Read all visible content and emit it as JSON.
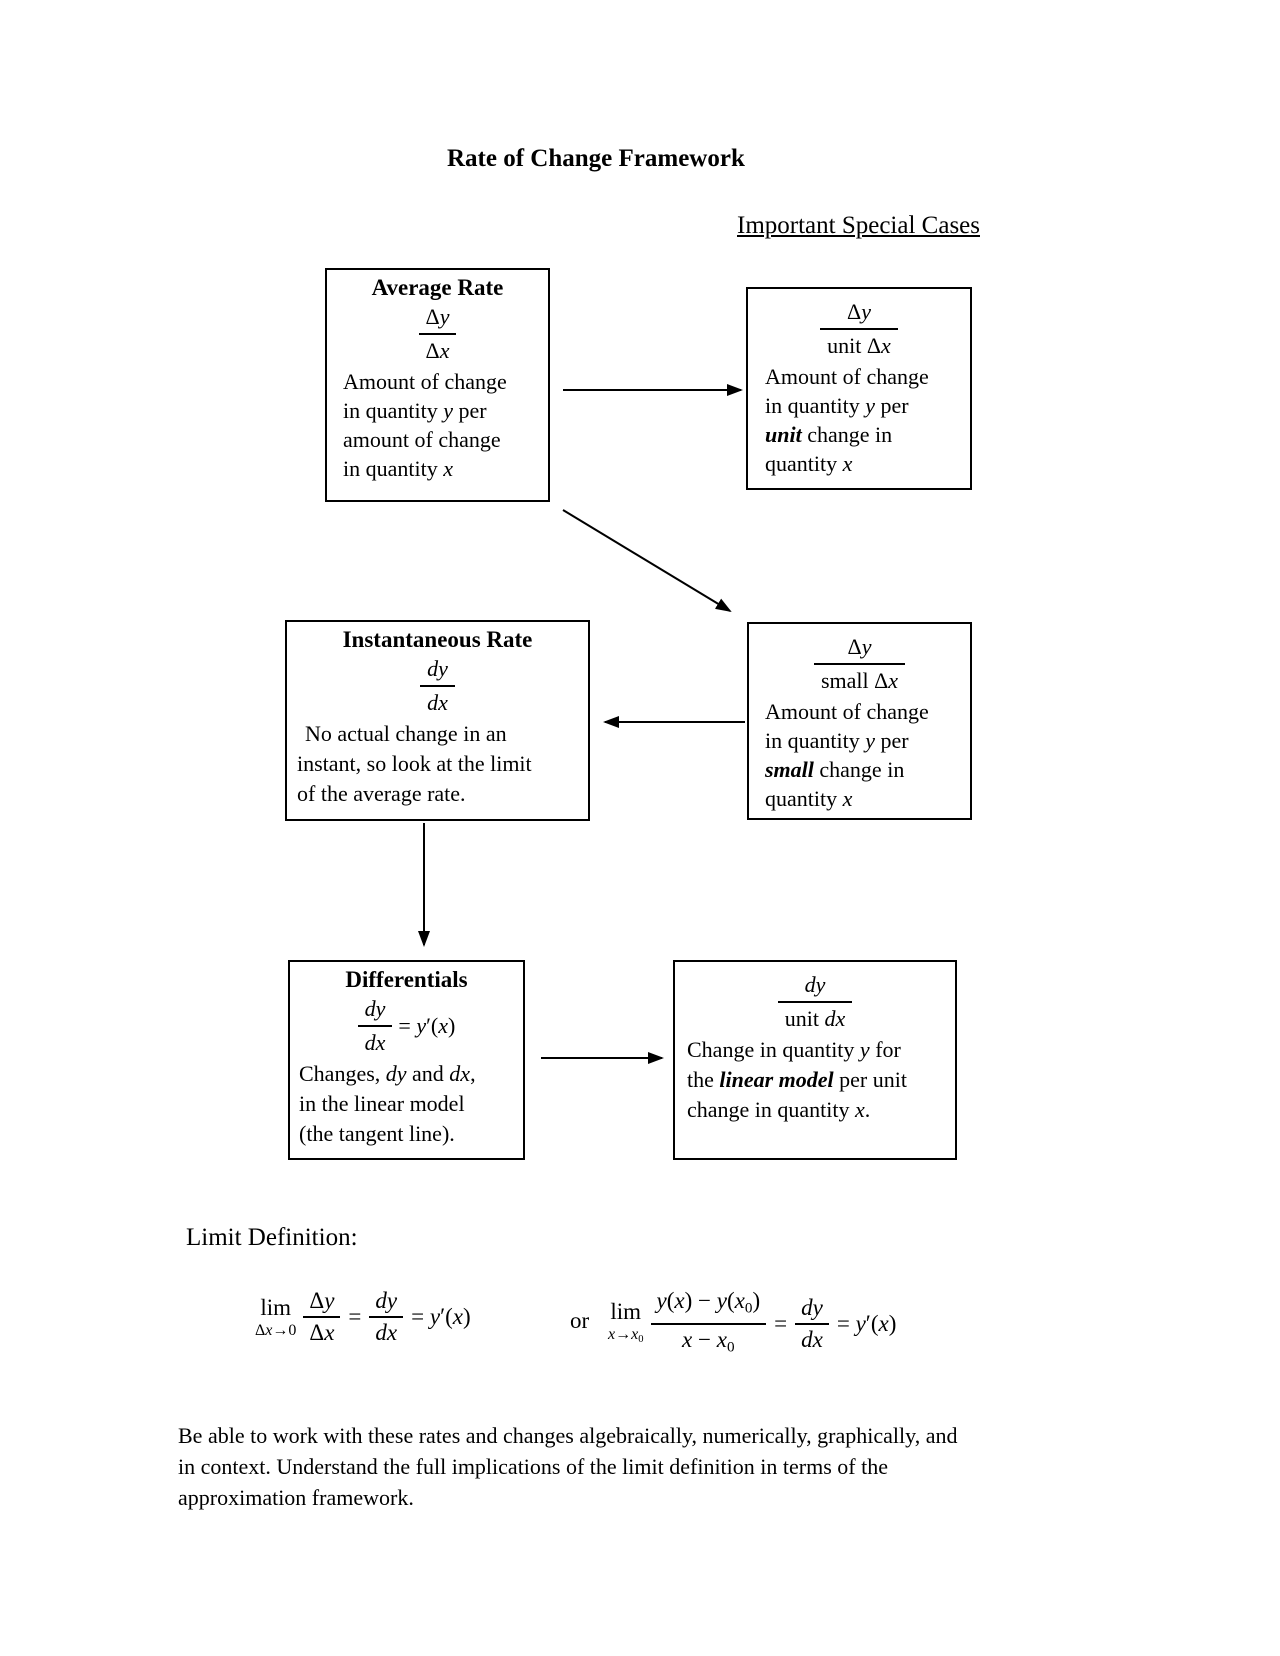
{
  "page": {
    "title": "Rate of Change Framework",
    "subtitle": "Important Special Cases",
    "limit_heading": "Limit Definition:",
    "or_text": "or",
    "footer_lines": [
      [
        {
          "t": "Be able to work with these rates and changes algebraically, numerically, graphically, and"
        }
      ],
      [
        {
          "t": "in context. Understand the full implications of the limit definition in terms of the"
        }
      ],
      [
        {
          "t": "approximation framework."
        }
      ]
    ]
  },
  "boxes": {
    "average_rate": {
      "title": "Average Rate",
      "fraction": {
        "num": [
          [
            {
              "t": "Δ"
            },
            {
              "t": "y",
              "s": "i"
            }
          ]
        ],
        "den": [
          [
            {
              "t": "Δ"
            },
            {
              "t": "x",
              "s": "i"
            }
          ]
        ]
      },
      "desc": [
        [
          {
            "t": "Amount of change"
          }
        ],
        [
          {
            "t": "in quantity "
          },
          {
            "t": "y",
            "s": "i"
          },
          {
            "t": " per"
          }
        ],
        [
          {
            "t": "amount of change"
          }
        ],
        [
          {
            "t": "in quantity "
          },
          {
            "t": "x",
            "s": "i"
          }
        ]
      ]
    },
    "unit_change": {
      "fraction": {
        "num": [
          [
            {
              "t": "Δ"
            },
            {
              "t": "y",
              "s": "i"
            }
          ]
        ],
        "den": [
          [
            {
              "t": "unit Δ"
            },
            {
              "t": "x",
              "s": "i"
            }
          ]
        ]
      },
      "desc": [
        [
          {
            "t": "Amount of change"
          }
        ],
        [
          {
            "t": "in quantity "
          },
          {
            "t": "y",
            "s": "i"
          },
          {
            "t": " per"
          }
        ],
        [
          {
            "t": "unit",
            "s": "bi"
          },
          {
            "t": " change in"
          }
        ],
        [
          {
            "t": "quantity "
          },
          {
            "t": "x",
            "s": "i"
          }
        ]
      ]
    },
    "instantaneous_rate": {
      "title": "Instantaneous Rate",
      "fraction": {
        "num": [
          [
            {
              "t": "dy",
              "s": "i"
            }
          ]
        ],
        "den": [
          [
            {
              "t": "dx",
              "s": "i"
            }
          ]
        ]
      },
      "desc": [
        [
          {
            "t": "No actual change in an"
          }
        ],
        [
          {
            "t": "instant, so look at the limit"
          }
        ],
        [
          {
            "t": "of the average rate."
          }
        ]
      ]
    },
    "small_change": {
      "fraction": {
        "num": [
          [
            {
              "t": "Δ"
            },
            {
              "t": "y",
              "s": "i"
            }
          ]
        ],
        "den": [
          [
            {
              "t": "small Δ"
            },
            {
              "t": "x",
              "s": "i"
            }
          ]
        ]
      },
      "desc": [
        [
          {
            "t": "Amount of change"
          }
        ],
        [
          {
            "t": "in quantity "
          },
          {
            "t": "y",
            "s": "i"
          },
          {
            "t": " per"
          }
        ],
        [
          {
            "t": "small",
            "s": "bi"
          },
          {
            "t": " change in"
          }
        ],
        [
          {
            "t": "quantity "
          },
          {
            "t": "x",
            "s": "i"
          }
        ]
      ]
    },
    "differentials": {
      "title": "Differentials",
      "fraction": {
        "num": [
          [
            {
              "t": "dy",
              "s": "i"
            }
          ]
        ],
        "den": [
          [
            {
              "t": "dx",
              "s": "i"
            }
          ]
        ]
      },
      "equals": [
        [
          {
            "t": "= "
          },
          {
            "t": "y",
            "s": "i"
          },
          {
            "t": "′("
          },
          {
            "t": "x",
            "s": "i"
          },
          {
            "t": ")"
          }
        ]
      ],
      "desc": [
        [
          {
            "t": "Changes, "
          },
          {
            "t": "dy",
            "s": "i"
          },
          {
            "t": " and "
          },
          {
            "t": "dx",
            "s": "i"
          },
          {
            "t": ","
          }
        ],
        [
          {
            "t": "in the linear model"
          }
        ],
        [
          {
            "t": "(the tangent line)."
          }
        ]
      ]
    },
    "linear_model": {
      "fraction": {
        "num": [
          [
            {
              "t": "dy",
              "s": "i"
            }
          ]
        ],
        "den": [
          [
            {
              "t": "unit "
            },
            {
              "t": "dx",
              "s": "i"
            }
          ]
        ]
      },
      "desc": [
        [
          {
            "t": "Change in quantity "
          },
          {
            "t": "y",
            "s": "i"
          },
          {
            "t": " for"
          }
        ],
        [
          {
            "t": "the "
          },
          {
            "t": "linear model",
            "s": "bi"
          },
          {
            "t": " per unit"
          }
        ],
        [
          {
            "t": "change in quantity "
          },
          {
            "t": "x",
            "s": "i"
          },
          {
            "t": "."
          }
        ]
      ]
    }
  },
  "equations": {
    "eq1": {
      "lim": "lim",
      "sub": [
        [
          {
            "t": "Δ"
          },
          {
            "t": "x",
            "s": "i"
          },
          {
            "t": "→0"
          }
        ]
      ],
      "f1": {
        "num": [
          [
            {
              "t": "Δ"
            },
            {
              "t": "y",
              "s": "i"
            }
          ]
        ],
        "den": [
          [
            {
              "t": "Δ"
            },
            {
              "t": "x",
              "s": "i"
            }
          ]
        ]
      },
      "sign": "=",
      "f2": {
        "num": [
          [
            {
              "t": "dy",
              "s": "i"
            }
          ]
        ],
        "den": [
          [
            {
              "t": "dx",
              "s": "i"
            }
          ]
        ]
      },
      "result": [
        [
          {
            "t": "= "
          },
          {
            "t": "y",
            "s": "i"
          },
          {
            "t": "′("
          },
          {
            "t": "x",
            "s": "i"
          },
          {
            "t": ")"
          }
        ]
      ]
    },
    "eq2": {
      "lim": "lim",
      "sub": [
        [
          {
            "t": "x",
            "s": "i"
          },
          {
            "t": "→"
          },
          {
            "t": "x",
            "s": "i"
          },
          {
            "t": "0",
            "s": "sub"
          }
        ]
      ],
      "f1": {
        "num": [
          [
            {
              "t": "y",
              "s": "i"
            },
            {
              "t": "("
            },
            {
              "t": "x",
              "s": "i"
            },
            {
              "t": ") − "
            },
            {
              "t": "y",
              "s": "i"
            },
            {
              "t": "("
            },
            {
              "t": "x",
              "s": "i"
            },
            {
              "t": "0",
              "s": "sub"
            },
            {
              "t": ")"
            }
          ]
        ],
        "den": [
          [
            {
              "t": "x",
              "s": "i"
            },
            {
              "t": " − "
            },
            {
              "t": "x",
              "s": "i"
            },
            {
              "t": "0",
              "s": "sub"
            }
          ]
        ]
      },
      "sign": "=",
      "f2": {
        "num": [
          [
            {
              "t": "dy",
              "s": "i"
            }
          ]
        ],
        "den": [
          [
            {
              "t": "dx",
              "s": "i"
            }
          ]
        ]
      },
      "result": [
        [
          {
            "t": "= "
          },
          {
            "t": "y",
            "s": "i"
          },
          {
            "t": "′("
          },
          {
            "t": "x",
            "s": "i"
          },
          {
            "t": ")"
          }
        ]
      ]
    }
  }
}
